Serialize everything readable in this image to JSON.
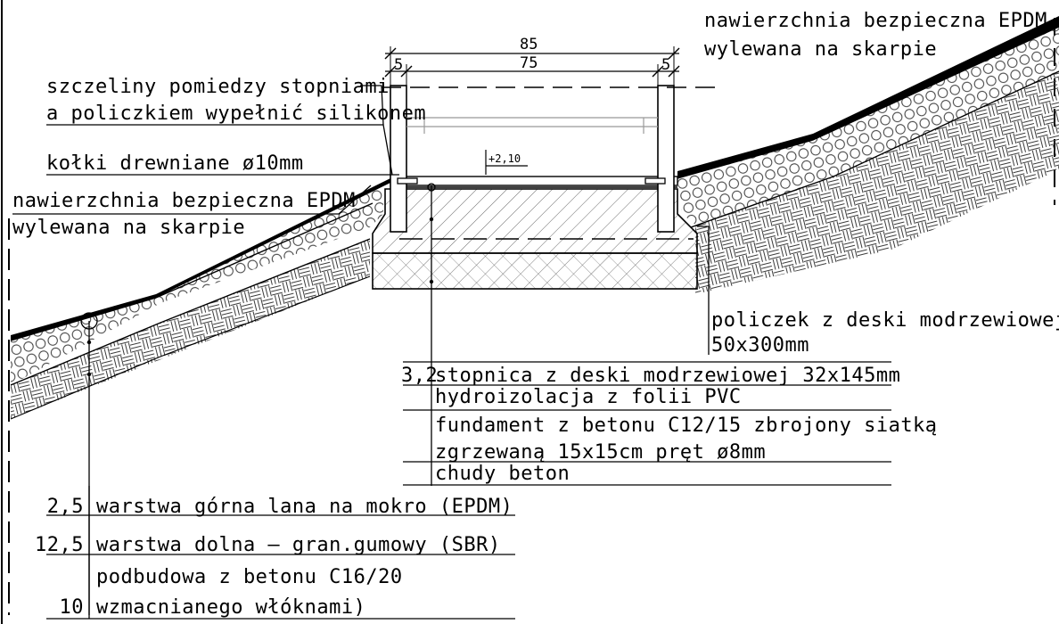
{
  "dimensions": {
    "total": "85",
    "inner": "75",
    "left_post": "5",
    "right_post": "5",
    "level": "+2,10"
  },
  "labels": {
    "top_right_surface_line1": "nawierzchnia bezpieczna EPDM",
    "top_right_surface_line2": "wylewana na skarpie",
    "gaps_line1": "szczeliny pomiedzy stopniami",
    "gaps_line2": "a policzkiem wypełnić silikonem",
    "dowels": "kołki drewniane ø10mm",
    "left_surface_line1": "nawierzchnia bezpieczna EPDM",
    "left_surface_line2": "wylewana na skarpie",
    "stringer_line1": "policzek z deski modrzewiowej",
    "stringer_line2": "50x300mm"
  },
  "step_layers": [
    {
      "thickness": "3,2",
      "text": "stopnica z deski modrzewiowej 32x145mm"
    },
    {
      "thickness": "",
      "text": "hydroizolacja z folii PVC"
    },
    {
      "thickness": "",
      "text": "fundament z betonu C12/15 zbrojony siatką"
    },
    {
      "thickness": "",
      "text": "zgrzewaną 15x15cm pręt ø8mm"
    },
    {
      "thickness": "",
      "text": "chudy beton"
    }
  ],
  "slope_layers": [
    {
      "thickness": "2,5",
      "text": "warstwa górna lana na mokro (EPDM)"
    },
    {
      "thickness": "12,5",
      "text": "warstwa dolna – gran.gumowy (SBR)"
    },
    {
      "thickness": "",
      "text": "podbudowa z betonu C16/20"
    },
    {
      "thickness": "10",
      "text": "wzmacnianego włóknami)"
    }
  ],
  "colors": {
    "line": "#000000",
    "hatch": "#3a3a3a",
    "background": "#ffffff"
  }
}
